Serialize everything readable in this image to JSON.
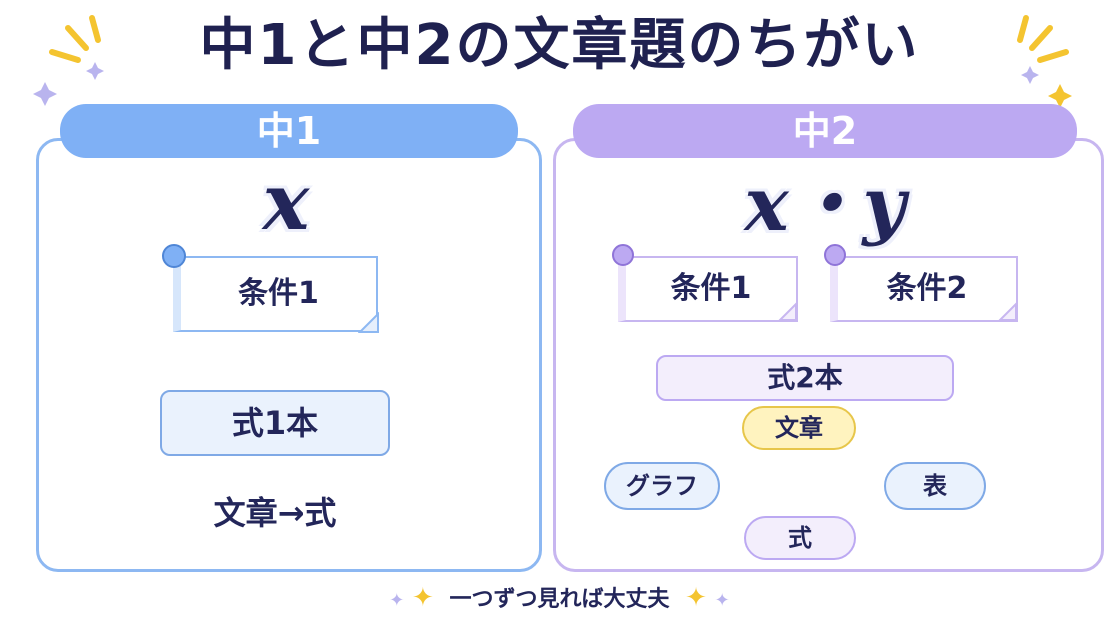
{
  "title": "中1と中2の文章題のちがい",
  "left": {
    "header": "中1",
    "variable": "x",
    "condition": "条件1",
    "equation": "式1本",
    "arrow_label": "文章→式",
    "colors": {
      "header": "#7fb0f5",
      "border": "#8db8f2",
      "arrow": "#ffe79a"
    }
  },
  "right": {
    "header": "中2",
    "variable": "x・y",
    "conditions": [
      "条件1",
      "条件2"
    ],
    "equation": "式2本",
    "cycle": [
      "文章",
      "表",
      "式",
      "グラフ"
    ],
    "colors": {
      "header": "#bca9f2",
      "border": "#c7b6f0",
      "cycle_arrow": "#9b7ee3"
    }
  },
  "footer": "一つずつ見れば大丈夫"
}
